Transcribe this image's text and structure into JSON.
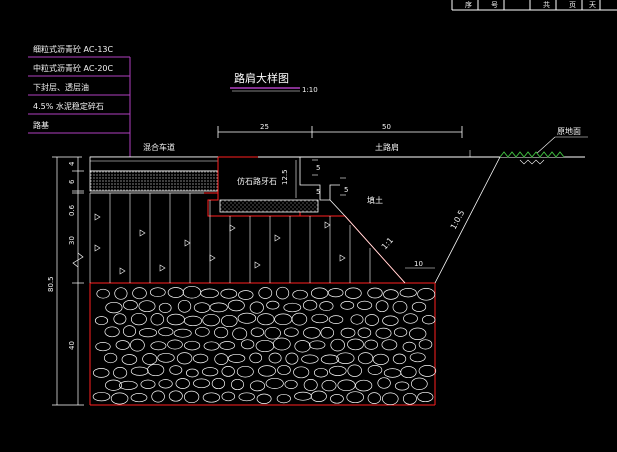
{
  "legend": [
    "细粒式沥青砼 AC-13C",
    "中粒式沥青砼 AC-20C",
    "下封层、透层油",
    "4.5% 水泥稳定碎石",
    "路基"
  ],
  "title": "路肩大样图",
  "scale": "1:10",
  "labels": {
    "carriageway": "混合车道",
    "shoulder": "土路肩",
    "curb": "仿石路牙石",
    "backfill": "填土",
    "slope_left": "1:1",
    "slope_right": "1:0.5",
    "ground": "原地面"
  },
  "dims": {
    "w_left": "25",
    "w_right": "50",
    "h_curb": "12.5",
    "h_step": "5",
    "h_step2": "5",
    "h_step3": "5",
    "w_base": "10",
    "v1": "4",
    "v2": "6",
    "v3": "0.6",
    "v4": "30",
    "v5": "40",
    "v_total": "80.5"
  },
  "table_header": [
    "序",
    "号",
    "",
    "共",
    "页",
    "天"
  ],
  "colors": {
    "line": "#ffffff",
    "accent": "#ff2020",
    "legend_line": "#b040c0",
    "ground": "#40c040"
  }
}
